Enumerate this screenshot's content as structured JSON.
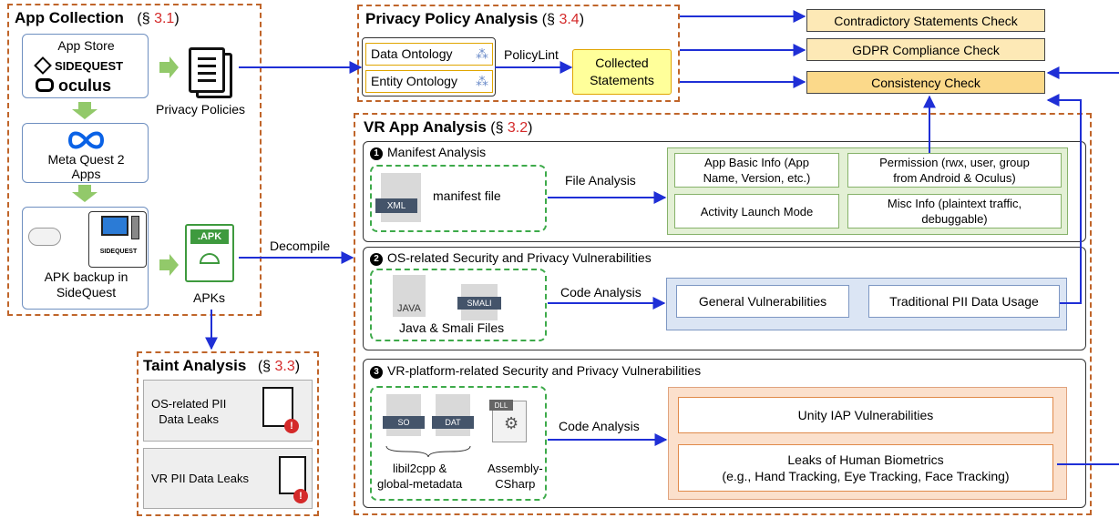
{
  "app_collection": {
    "title": "App Collection",
    "section_prefix": "(§ ",
    "section_num": "3.1",
    "section_suffix": ")",
    "app_store": "App Store",
    "sidequest_logo": "SIDEQUEST",
    "oculus_logo": "oculus",
    "meta_quest_apps": "Meta Quest 2\nApps",
    "apk_backup": "APK backup in\nSideQuest",
    "sidequest_small": "SIDEQUEST",
    "privacy_policies": "Privacy Policies",
    "apk_icon_label": ".APK",
    "apks": "APKs"
  },
  "taint_analysis": {
    "title": "Taint Analysis",
    "section_prefix": "(§ ",
    "section_num": "3.3",
    "section_suffix": ")",
    "items": [
      "OS-related PII\nData Leaks",
      "VR PII Data Leaks"
    ]
  },
  "privacy_policy_analysis": {
    "title": "Privacy Policy Analysis",
    "section_prefix": "(§ ",
    "section_num": "3.4",
    "section_suffix": ")",
    "data_ontology": "Data Ontology",
    "entity_ontology": "Entity Ontology",
    "policylint": "PolicyLint",
    "collected_statements": "Collected\nStatements"
  },
  "checks": [
    "Contradictory Statements Check",
    "GDPR Compliance Check",
    "Consistency Check"
  ],
  "vr_app_analysis": {
    "title": "VR App Analysis",
    "section_prefix": "(§ ",
    "section_num": "3.2",
    "section_suffix": ")",
    "decompile": "Decompile",
    "manifest": {
      "num": "1",
      "title": "Manifest Analysis",
      "xml_icon": "XML",
      "file_label": "manifest file",
      "arrow_label": "File Analysis",
      "outputs": [
        "App Basic Info (App\nName, Version, etc.)",
        "Permission (rwx, user, group\nfrom Android & Oculus)",
        "Activity Launch Mode",
        "Misc Info (plaintext traffic,\ndebuggable)"
      ]
    },
    "os_related": {
      "num": "2",
      "title": "OS-related Security and Privacy Vulnerabilities",
      "java_icon": "JAVA",
      "smali_icon": "SMALI",
      "files_label": "Java & Smali Files",
      "arrow_label": "Code Analysis",
      "outputs": [
        "General Vulnerabilities",
        "Traditional PII Data Usage"
      ]
    },
    "vr_platform": {
      "num": "3",
      "title": "VR-platform-related Security and Privacy Vulnerabilities",
      "so_icon": "SO",
      "dat_icon": "DAT",
      "dll_icon": "DLL",
      "libil2cpp_label": "libil2cpp &\nglobal-metadata",
      "assembly_label": "Assembly-\nCSharp",
      "arrow_label": "Code Analysis",
      "outputs": [
        "Unity IAP Vulnerabilities",
        "Leaks of Human Biometrics\n(e.g., Hand Tracking, Eye Tracking, Face Tracking)"
      ]
    }
  },
  "colors": {
    "orange_dash": "#c0652a",
    "green_dash": "#3daa4a",
    "arrow_blue": "#1f2fd6",
    "check_fill": "#fde9b6",
    "consistency_fill": "#fbd98a",
    "statement_fill": "#ffff9a",
    "manifest_out_fill": "#e3f0d5",
    "os_out_fill": "#dbe5f4",
    "vr_out_fill": "#fbe0cc"
  }
}
